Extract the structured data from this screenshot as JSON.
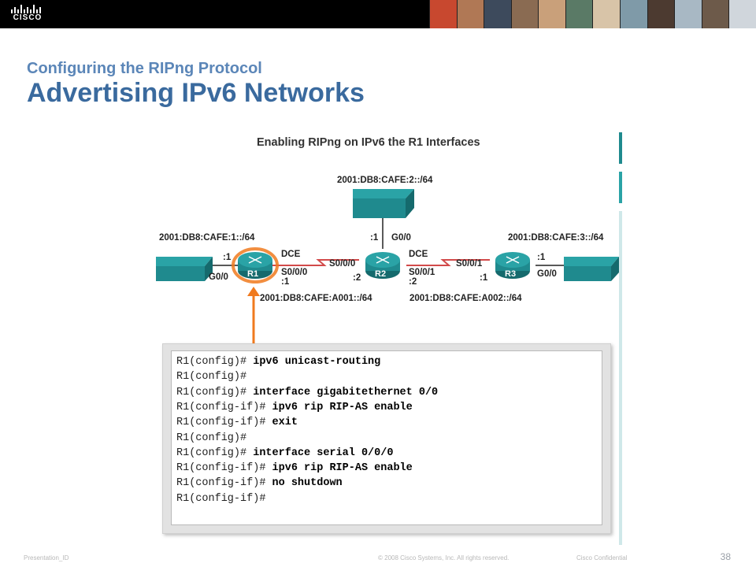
{
  "header": {
    "logo_text": "CISCO",
    "photo_colors": [
      "#c8482f",
      "#b07855",
      "#3d4a5c",
      "#8a6b52",
      "#c9a07a",
      "#5a7a66",
      "#d8c4a8",
      "#7f9aa8",
      "#4c3a30",
      "#a8b8c4",
      "#6d5a4a",
      "#d0d6dc"
    ]
  },
  "slide": {
    "subtitle": "Configuring the RIPng Protocol",
    "title": "Advertising IPv6 Networks"
  },
  "diagram": {
    "heading": "Enabling RIPng on IPv6 the R1 Interfaces",
    "top_network": "2001:DB8:CAFE:2::/64",
    "left_network": "2001:DB8:CAFE:1::/64",
    "right_network": "2001:DB8:CAFE:3::/64",
    "link1_network": "2001:DB8:CAFE:A001::/64",
    "link2_network": "2001:DB8:CAFE:A002::/64",
    "r1": {
      "label": "R1",
      "g00": "G0/0",
      "if_id_lan": ":1",
      "dce": "DCE",
      "s000": "S0/0/0",
      "if_id_wan": ":1"
    },
    "r2": {
      "label": "R2",
      "top_id": ":1",
      "g00": "G0/0",
      "s000": "S0/0/0",
      "id_left": ":2",
      "dce": "DCE",
      "s001": "S0/0/1",
      "id_right": ":2"
    },
    "r3": {
      "label": "R3",
      "s001": "S0/0/1",
      "id_left": ":1",
      "id_lan": ":1",
      "g00": "G0/0"
    },
    "colors": {
      "device": "#1f8a8e",
      "device_dark": "#156a6d",
      "serial_link": "#d24a4a",
      "highlight": "#f07a1e"
    }
  },
  "cli": {
    "lines": [
      {
        "prompt": "R1(config)#",
        "cmd": "ipv6 unicast-routing"
      },
      {
        "prompt": "R1(config)#",
        "cmd": ""
      },
      {
        "prompt": "R1(config)#",
        "cmd": "interface gigabitethernet 0/0"
      },
      {
        "prompt": "R1(config-if)#",
        "cmd": "ipv6 rip RIP-AS enable"
      },
      {
        "prompt": "R1(config-if)#",
        "cmd": "exit"
      },
      {
        "prompt": "R1(config)#",
        "cmd": ""
      },
      {
        "prompt": "R1(config)#",
        "cmd": "interface serial 0/0/0"
      },
      {
        "prompt": "R1(config-if)#",
        "cmd": "ipv6 rip RIP-AS enable"
      },
      {
        "prompt": "R1(config-if)#",
        "cmd": "no shutdown"
      },
      {
        "prompt": "R1(config-if)#",
        "cmd": ""
      }
    ]
  },
  "footer": {
    "left": "Presentation_ID",
    "center": "© 2008 Cisco Systems, Inc. All rights reserved.",
    "right": "Cisco Confidential",
    "page": "38"
  }
}
